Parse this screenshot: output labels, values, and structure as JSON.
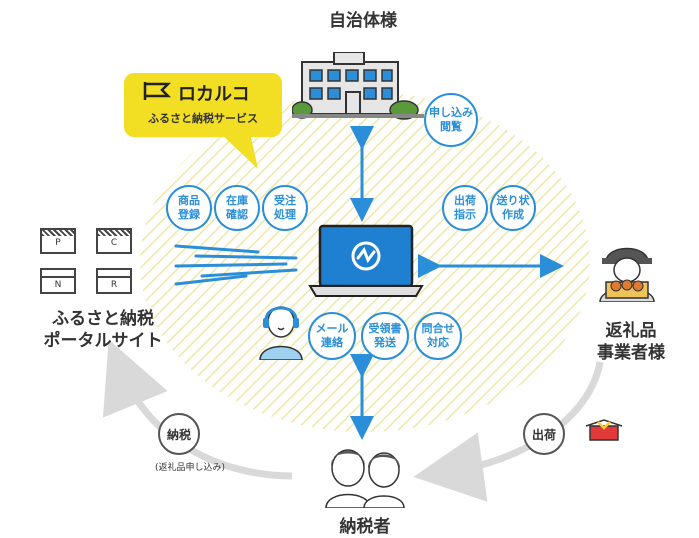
{
  "actors": {
    "municipality": "自治体様",
    "portal": [
      "ふるさと納税",
      "ポータルサイト"
    ],
    "supplier": [
      "返礼品",
      "事業者様"
    ],
    "taxpayer": "納税者"
  },
  "service": {
    "brand": "ロカルコ",
    "subtitle": "ふるさと納税サービス"
  },
  "tasks": {
    "municipality": [
      "申し込み",
      "閲覧"
    ],
    "portal_left": [
      [
        "商品",
        "登録"
      ],
      [
        "在庫",
        "確認"
      ],
      [
        "受注",
        "処理"
      ]
    ],
    "supplier_right": [
      [
        "出荷",
        "指示"
      ],
      [
        "送り状",
        "作成"
      ]
    ],
    "support": [
      [
        "メール",
        "連絡"
      ],
      [
        "受領書",
        "発送"
      ],
      [
        "問合せ",
        "対応"
      ]
    ]
  },
  "flows": {
    "tax": "納税",
    "tax_note": "(返礼品申し込み)",
    "ship": "出荷"
  },
  "portal_boxes": [
    "P",
    "C",
    "N",
    "R"
  ],
  "colors": {
    "accent_blue": "#2a8fd8",
    "callout_yellow": "#f2de22",
    "hatch_yellow": "#eee8a8",
    "arc_gray": "#d9d9d9"
  }
}
